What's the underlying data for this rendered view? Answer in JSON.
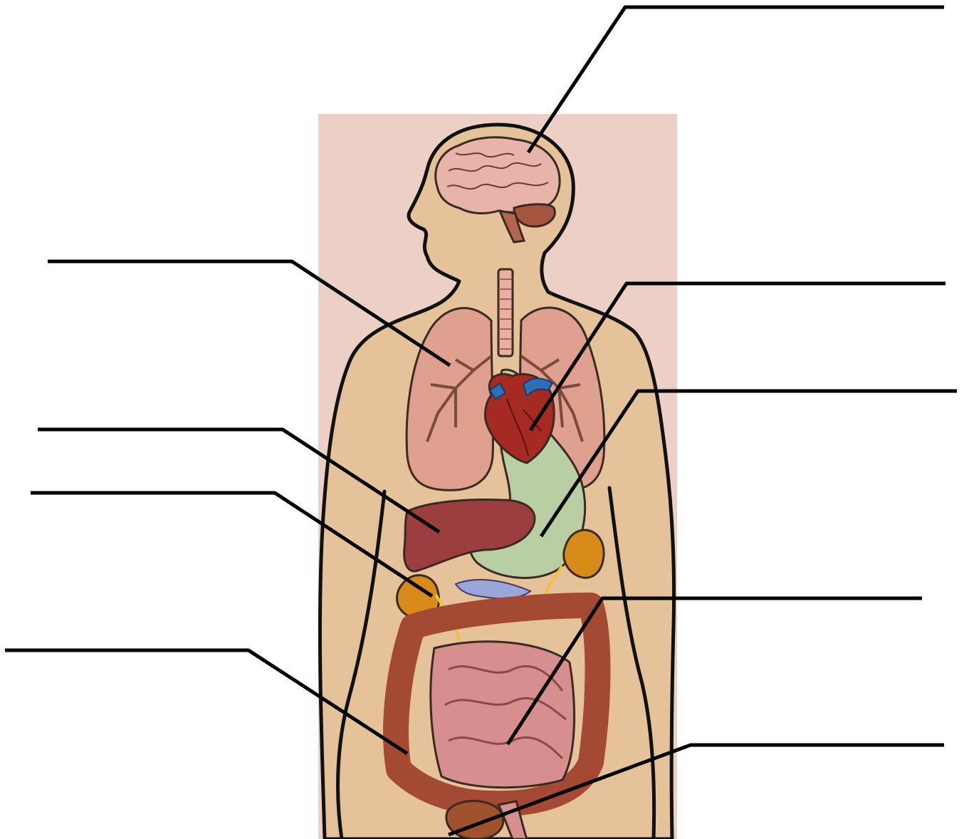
{
  "diagram": {
    "colors": {
      "background": "#ffffff",
      "panel": "#ecd0c8",
      "skin": "#e6c29b",
      "outline": "#111111",
      "leader_line": "#000000",
      "brain": "#e8b4aa",
      "cerebellum": "#a4553f",
      "trachea": "#e8b0a4",
      "lungs": "#dfa08f",
      "bronchi": "#7a4a3a",
      "heart": "#a52a22",
      "heart_vessels": "#2f6fb3",
      "stomach": "#b9cfa3",
      "liver": "#9c3d3f",
      "kidneys": "#d98b1a",
      "pancreas": "#9aa6d8",
      "ureters": "#f0c040",
      "large_intestine": "#a44a34",
      "small_intestine": "#d68e8e",
      "bladder": "#a0522d"
    },
    "labels": [
      {
        "id": "brain",
        "text": ""
      },
      {
        "id": "lungs",
        "text": ""
      },
      {
        "id": "heart",
        "text": ""
      },
      {
        "id": "stomach",
        "text": ""
      },
      {
        "id": "liver",
        "text": ""
      },
      {
        "id": "kidney",
        "text": ""
      },
      {
        "id": "small-intestine",
        "text": ""
      },
      {
        "id": "large-intestine",
        "text": ""
      },
      {
        "id": "bladder",
        "text": ""
      }
    ]
  }
}
